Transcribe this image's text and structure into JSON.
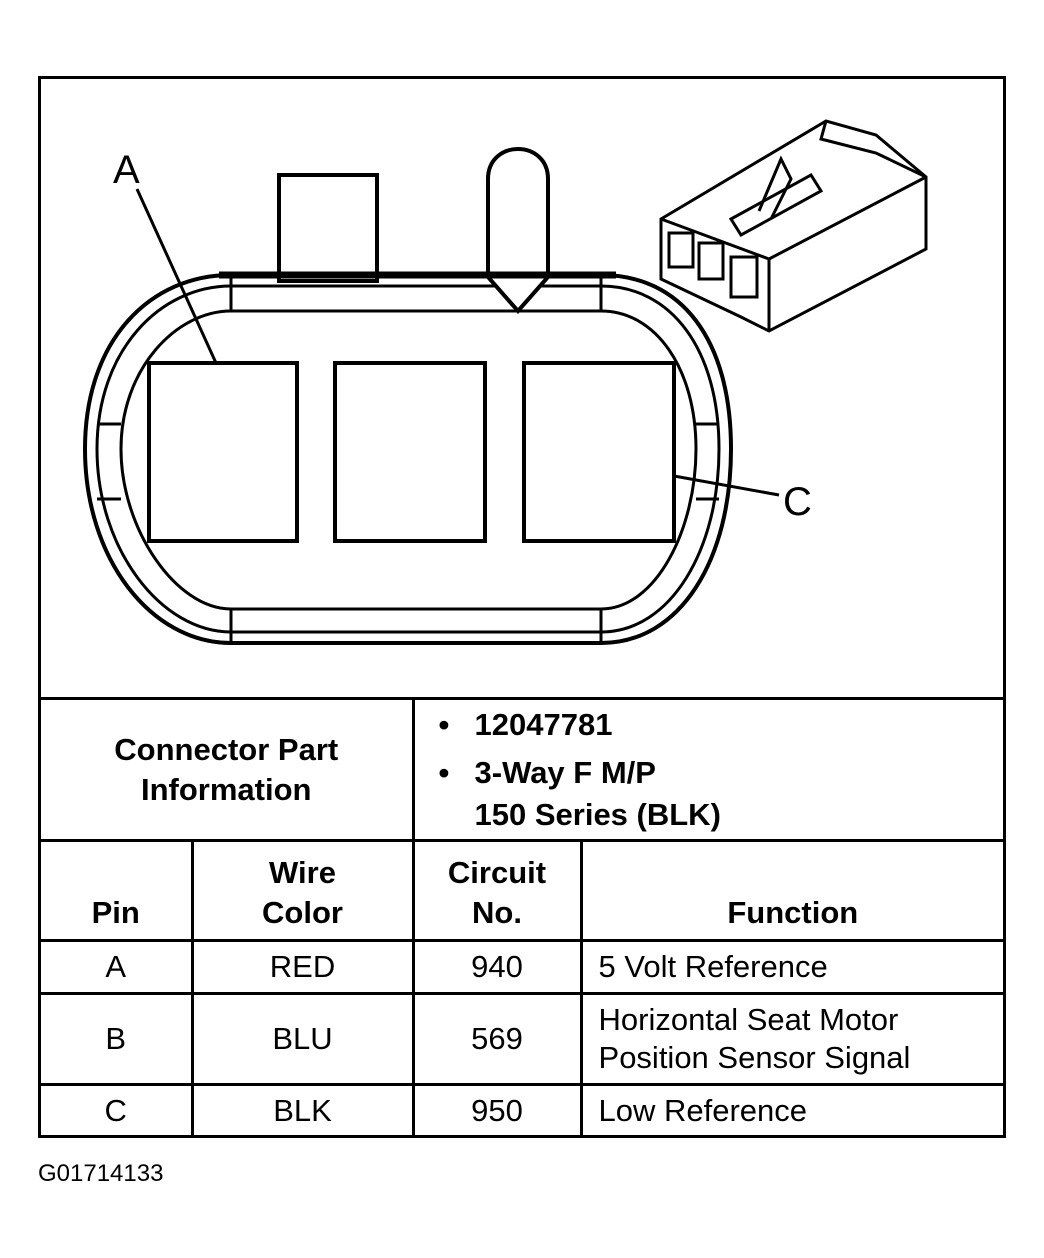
{
  "diagram": {
    "pin_labels": [
      "A",
      "C"
    ]
  },
  "connector_info": {
    "label_line1": "Connector Part",
    "label_line2": "Information",
    "part_number": "12047781",
    "description_line1": "3-Way F M/P",
    "description_line2": "150 Series (BLK)"
  },
  "table": {
    "headers": {
      "pin": "Pin",
      "wire_color_line1": "Wire",
      "wire_color_line2": "Color",
      "circuit_line1": "Circuit",
      "circuit_line2": "No.",
      "function": "Function"
    },
    "rows": [
      {
        "pin": "A",
        "wire_color": "RED",
        "circuit": "940",
        "function_line1": "5 Volt Reference",
        "function_line2": ""
      },
      {
        "pin": "B",
        "wire_color": "BLU",
        "circuit": "569",
        "function_line1": "Horizontal Seat Motor",
        "function_line2": "Position Sensor Signal"
      },
      {
        "pin": "C",
        "wire_color": "BLK",
        "circuit": "950",
        "function_line1": "Low Reference",
        "function_line2": ""
      }
    ]
  },
  "caption": "G01714133"
}
